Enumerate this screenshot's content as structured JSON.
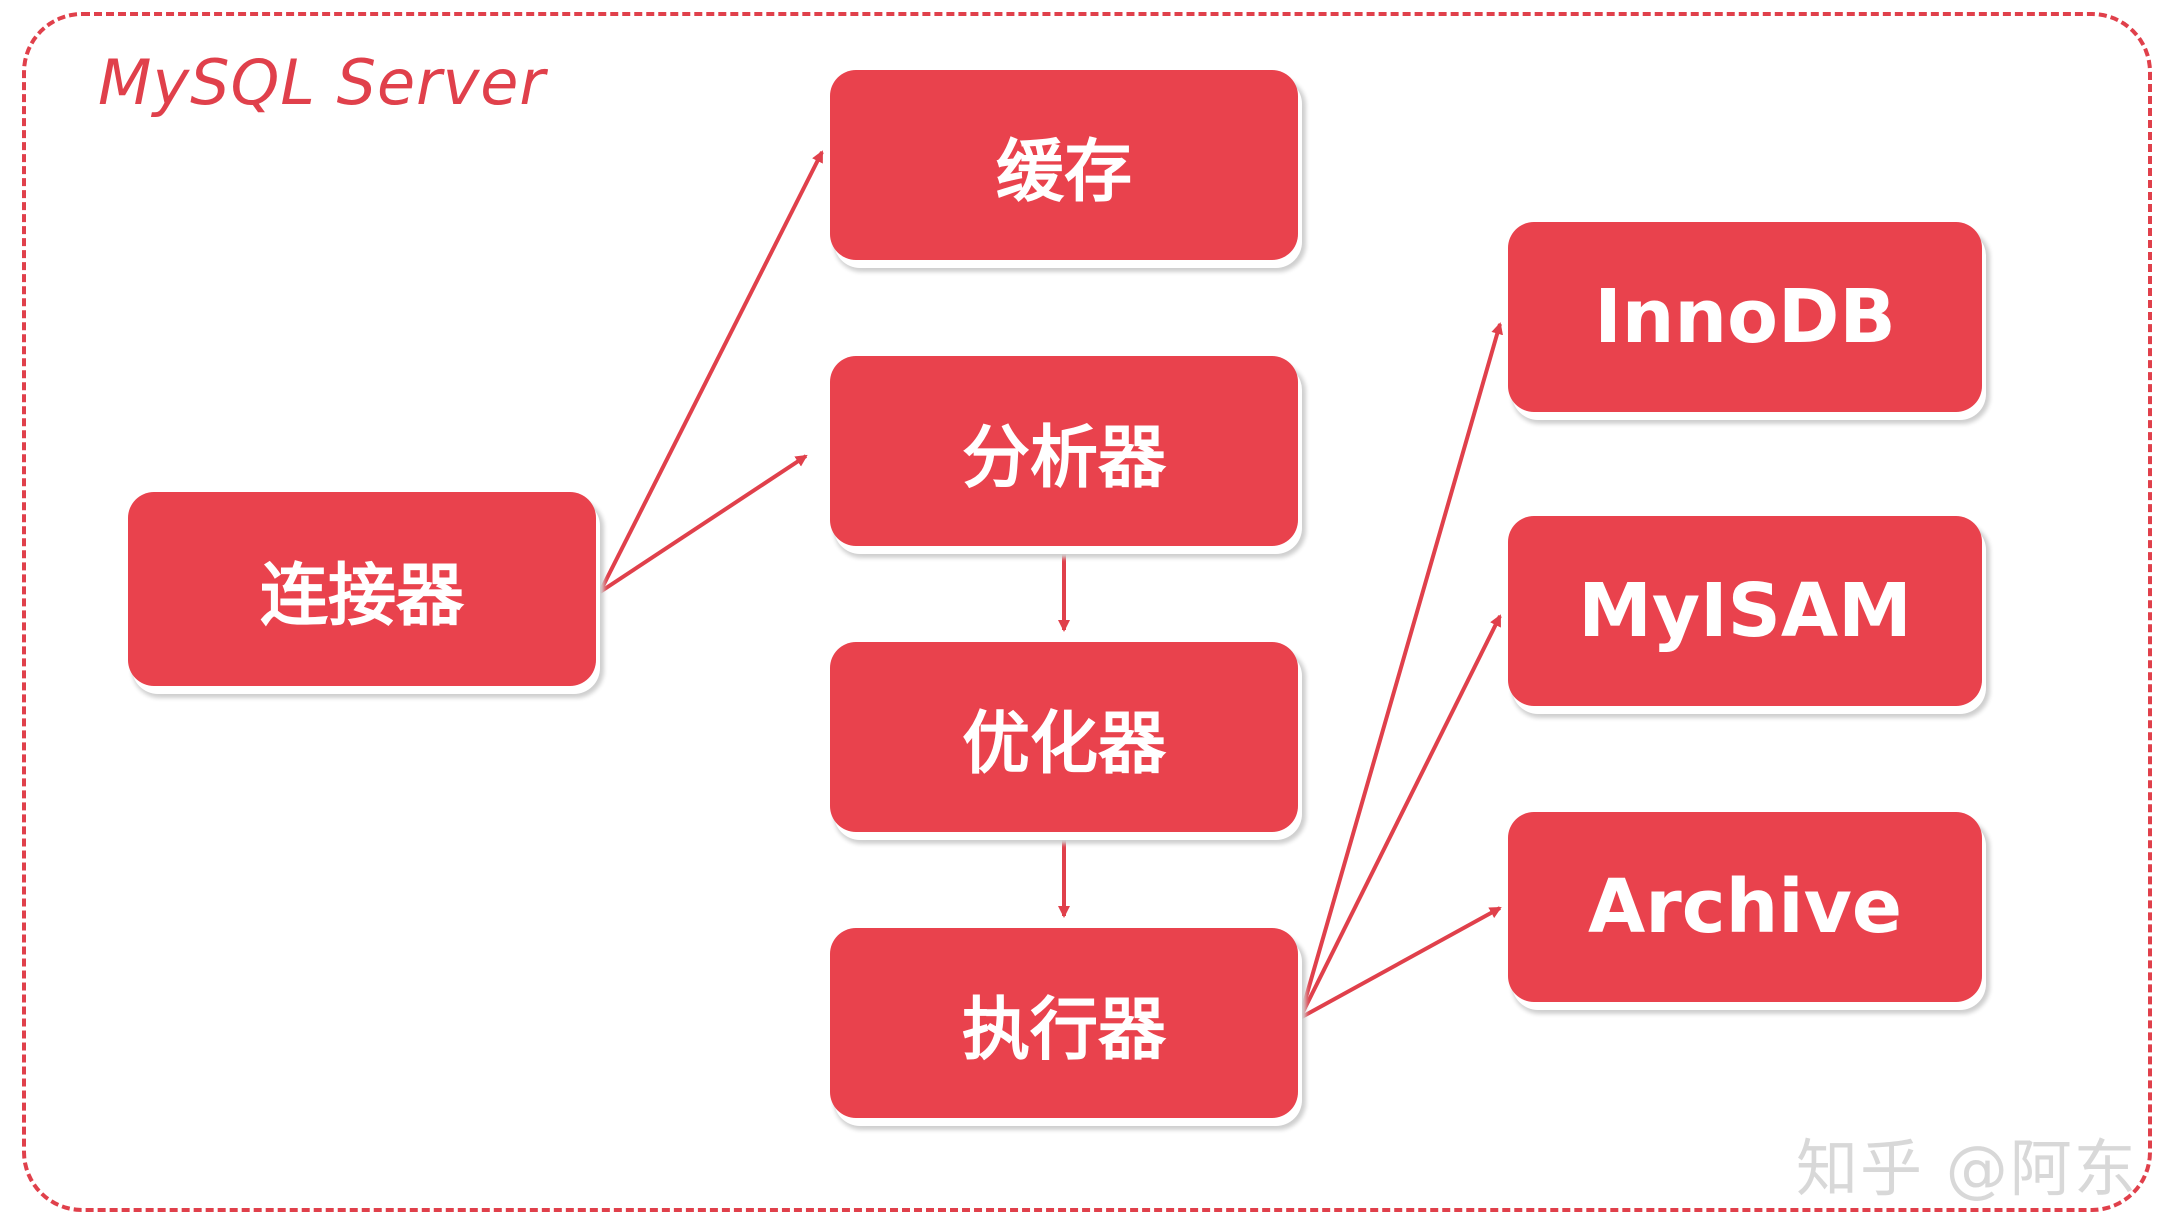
{
  "frame": {
    "title": "MySQL Server"
  },
  "nodes": {
    "connector": "连接器",
    "cache": "缓存",
    "analyzer": "分析器",
    "optimizer": "优化器",
    "executor": "执行器",
    "innodb": "InnoDB",
    "myisam": "MyISAM",
    "archive": "Archive"
  },
  "watermark": "知乎 @阿东",
  "colors": {
    "accent": "#e9424d",
    "border": "#e0404b",
    "node_text": "#ffffff",
    "watermark": "#d8d8d8"
  }
}
